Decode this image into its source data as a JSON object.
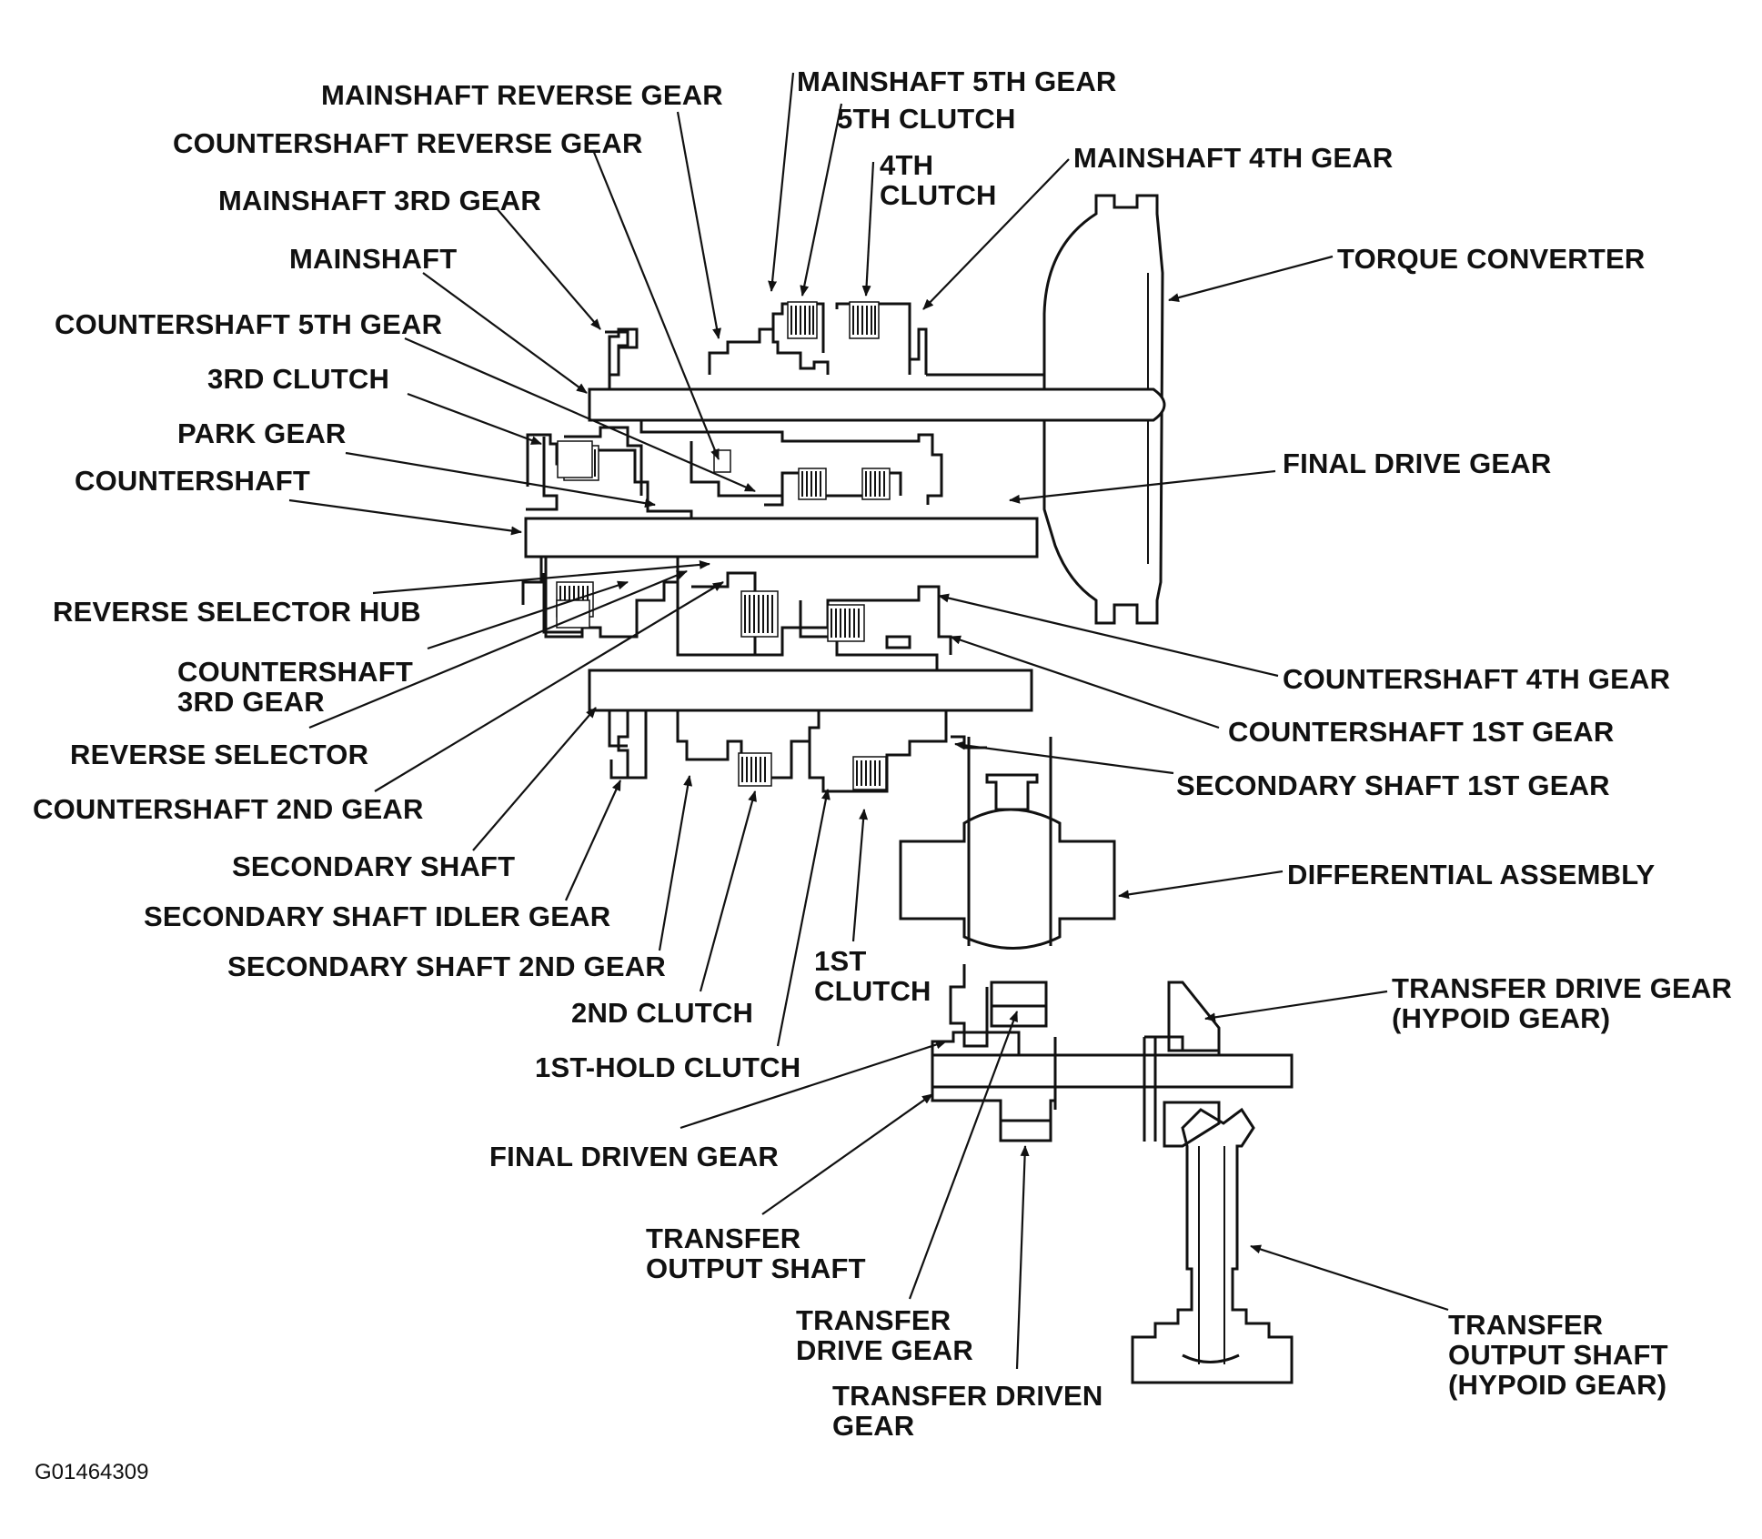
{
  "figure_id": "G01464309",
  "labels": {
    "mainshaft_reverse_gear": "MAINSHAFT REVERSE GEAR",
    "mainshaft_5th_gear": "MAINSHAFT 5TH GEAR",
    "fifth_clutch": "5TH CLUTCH",
    "fourth_clutch": "4TH\nCLUTCH",
    "mainshaft_4th_gear": "MAINSHAFT 4TH GEAR",
    "countershaft_reverse_gear": "COUNTERSHAFT REVERSE GEAR",
    "mainshaft_3rd_gear": "MAINSHAFT 3RD GEAR",
    "mainshaft": "MAINSHAFT",
    "torque_converter": "TORQUE CONVERTER",
    "countershaft_5th_gear": "COUNTERSHAFT 5TH GEAR",
    "third_clutch": "3RD CLUTCH",
    "park_gear": "PARK GEAR",
    "final_drive_gear": "FINAL DRIVE GEAR",
    "countershaft": "COUNTERSHAFT",
    "reverse_selector_hub": "REVERSE SELECTOR HUB",
    "countershaft_3rd_gear": "COUNTERSHAFT\n3RD GEAR",
    "countershaft_4th_gear": "COUNTERSHAFT 4TH GEAR",
    "countershaft_1st_gear": "COUNTERSHAFT 1ST GEAR",
    "reverse_selector": "REVERSE SELECTOR",
    "secondary_shaft_1st_gear": "SECONDARY SHAFT 1ST GEAR",
    "countershaft_2nd_gear": "COUNTERSHAFT 2ND GEAR",
    "secondary_shaft": "SECONDARY SHAFT",
    "differential_assembly": "DIFFERENTIAL ASSEMBLY",
    "secondary_shaft_idler_gear": "SECONDARY SHAFT IDLER GEAR",
    "secondary_shaft_2nd_gear": "SECONDARY SHAFT 2ND GEAR",
    "first_clutch": "1ST\nCLUTCH",
    "transfer_drive_gear_hypoid": "TRANSFER DRIVE GEAR\n(HYPOID GEAR)",
    "second_clutch": "2ND CLUTCH",
    "first_hold_clutch": "1ST-HOLD CLUTCH",
    "final_driven_gear": "FINAL DRIVEN GEAR",
    "transfer_output_shaft": "TRANSFER\nOUTPUT SHAFT",
    "transfer_drive_gear": "TRANSFER\nDRIVE GEAR",
    "transfer_output_shaft_hypoid": "TRANSFER\nOUTPUT SHAFT\n(HYPOID GEAR)",
    "transfer_driven_gear": "TRANSFER DRIVEN\nGEAR"
  }
}
